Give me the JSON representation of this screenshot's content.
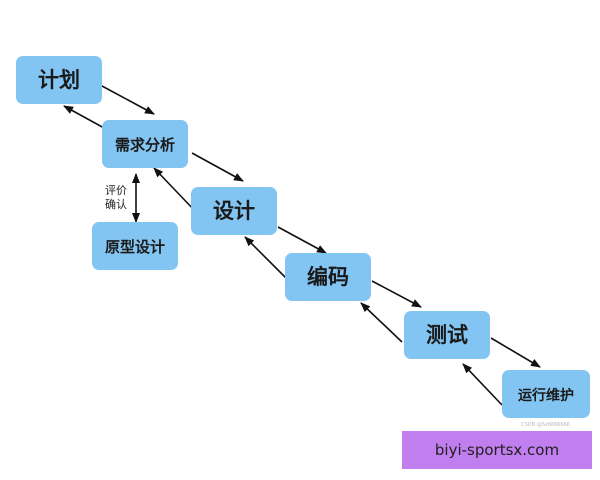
{
  "colors": {
    "node_fill": "#83c5f2",
    "arrow": "#111111",
    "banner": "#c17eee"
  },
  "nodes": {
    "plan": "计划",
    "requirements": "需求分析",
    "design": "设计",
    "coding": "编码",
    "testing": "测试",
    "maintenance": "运行维护",
    "prototype": "原型设计"
  },
  "labels": {
    "review_line1": "评价",
    "review_line2": "确认",
    "credit": "CSDN @Sz6666666"
  },
  "banner": {
    "text": "biyi-sportsx.com"
  }
}
